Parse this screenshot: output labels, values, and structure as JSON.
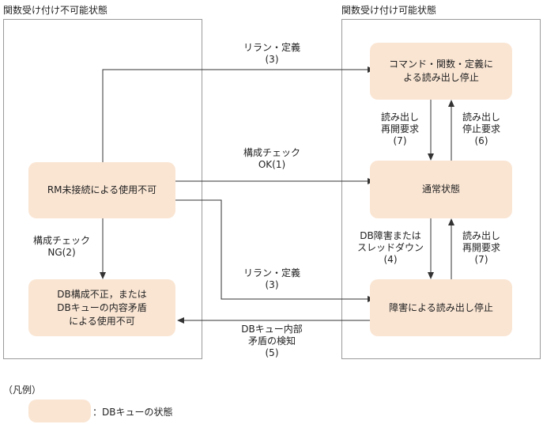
{
  "panels": {
    "left_title": "関数受け付け不可能状態",
    "right_title": "関数受け付け可能状態"
  },
  "states": {
    "rm_unconnected": [
      "RM未接続による使用不可"
    ],
    "db_invalid": [
      "DB構成不正，または",
      "DBキューの内容矛盾",
      "による使用不可"
    ],
    "stopped_cmd": [
      "コマンド・関数・定義に",
      "よる読み出し停止"
    ],
    "normal": [
      "通常状態"
    ],
    "stopped_fault": [
      "障害による読み出し停止"
    ]
  },
  "transitions": {
    "rerun_top": [
      "リラン・定義",
      "(3)"
    ],
    "config_ok": [
      "構成チェック",
      "OK(1)"
    ],
    "config_ng": [
      "構成チェック",
      "NG(2)"
    ],
    "rerun_bottom": [
      "リラン・定義",
      "(3)"
    ],
    "inconsistency": [
      "DBキュー内部",
      "矛盾の検知",
      "(5)"
    ],
    "read_resume_top": [
      "読み出し",
      "再開要求",
      "(7)"
    ],
    "read_stop": [
      "読み出し",
      "停止要求",
      "(6)"
    ],
    "fault": [
      "DB障害または",
      "スレッドダウン",
      "(4)"
    ],
    "read_resume_bottom": [
      "読み出し",
      "再開要求",
      "(7)"
    ]
  },
  "legend": {
    "title": "（凡例）",
    "text": "：DBキューの状態"
  }
}
